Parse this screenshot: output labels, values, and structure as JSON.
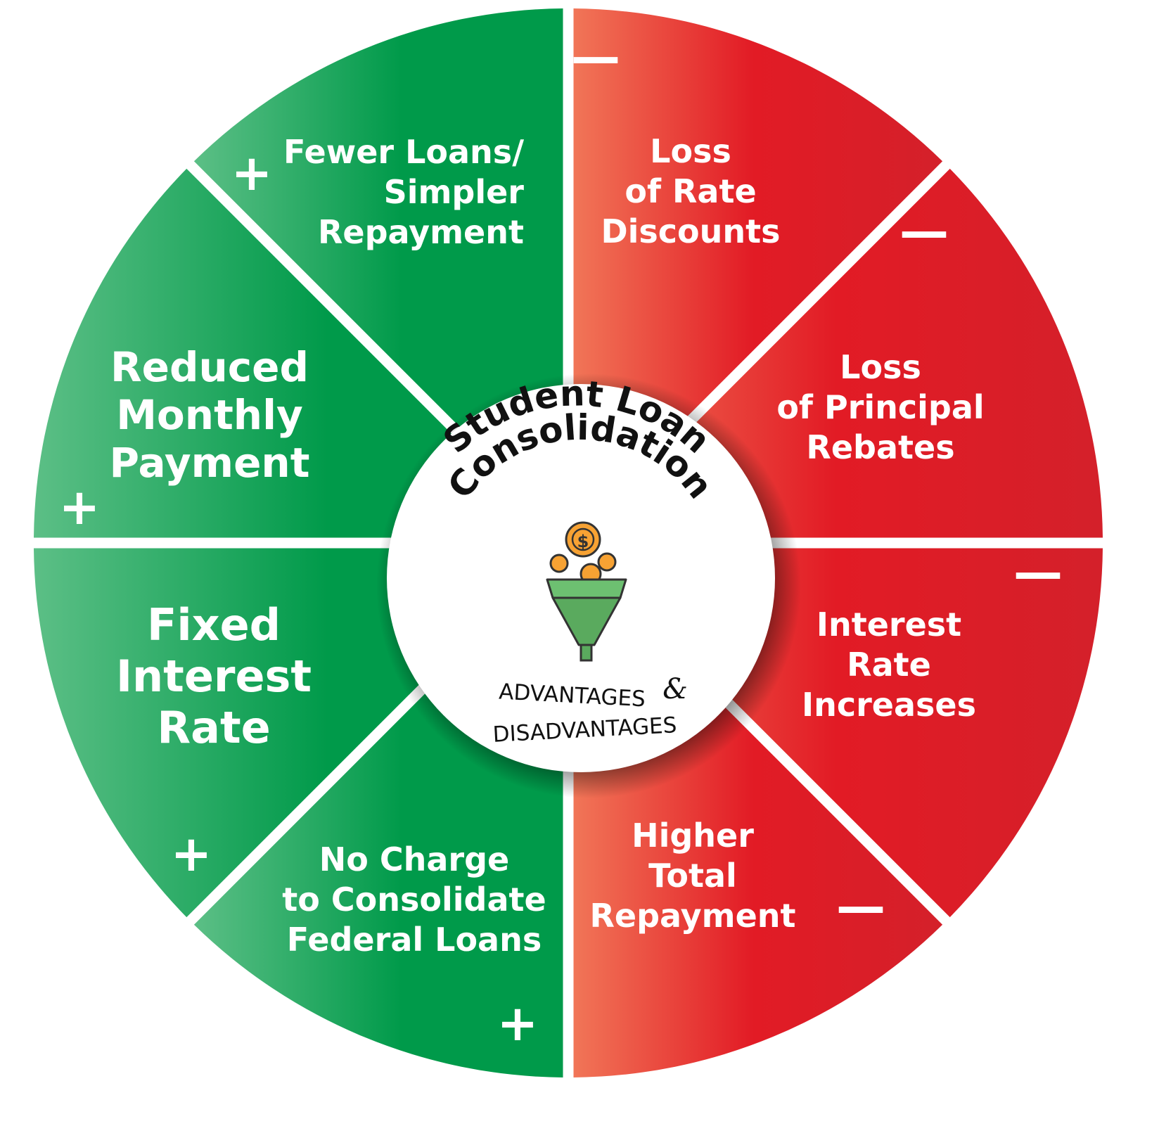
{
  "center": {
    "title_line1": "Student Loan",
    "title_line2": "Consolidation",
    "subtitle_line1": "ADVANTAGES",
    "ampersand": "&",
    "subtitle_line2": "DISADVANTAGES",
    "icon": "funnel-coins-icon"
  },
  "colors": {
    "advantage_dark": "#009a4a",
    "advantage_light": "#5cbf86",
    "disadvantage_dark": "#e21b25",
    "disadvantage_light": "#f27a5a",
    "funnel": "#5aaa5e",
    "coin": "#f7a233"
  },
  "advantages": {
    "sign": "+",
    "segments": [
      {
        "lines": [
          "Fewer Loans/",
          "Simpler",
          "Repayment"
        ]
      },
      {
        "lines": [
          "Reduced",
          "Monthly",
          "Payment"
        ]
      },
      {
        "lines": [
          "Fixed",
          "Interest",
          "Rate"
        ]
      },
      {
        "lines": [
          "No Charge",
          "to Consolidate",
          "Federal Loans"
        ]
      }
    ]
  },
  "disadvantages": {
    "sign": "-",
    "segments": [
      {
        "lines": [
          "Loss",
          "of Rate",
          "Discounts"
        ]
      },
      {
        "lines": [
          "Loss",
          "of Principal",
          "Rebates"
        ]
      },
      {
        "lines": [
          "Interest",
          "Rate",
          "Increases"
        ]
      },
      {
        "lines": [
          "Higher",
          "Total",
          "Repayment"
        ]
      }
    ]
  }
}
